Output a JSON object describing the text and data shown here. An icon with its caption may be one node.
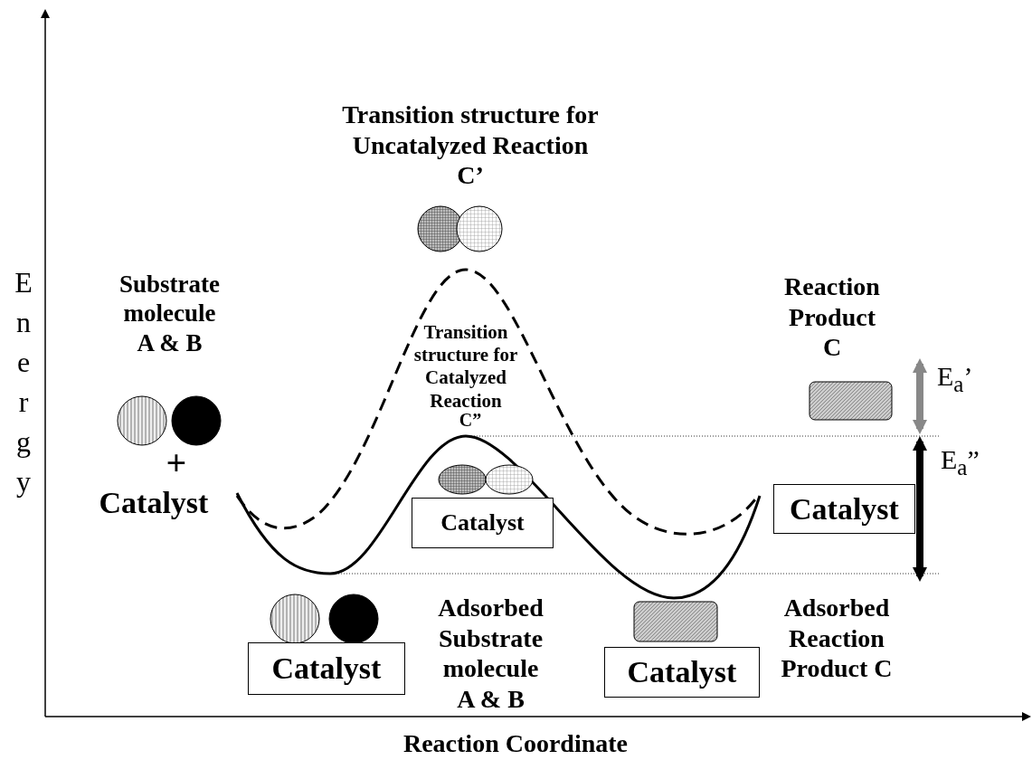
{
  "diagram": {
    "nodes": [
      {
        "text": [
          "Catalyst"
        ]
      },
      {
        "text": [
          "Catalyst"
        ]
      },
      {
        "text": [
          "Catalyst"
        ]
      },
      {
        "text": [
          "Catalyst"
        ]
      },
      {
        "text": [],
        "shape": "box"
      },
      {
        "text": [],
        "shape": "box"
      }
    ],
    "labels": [
      "Transition structure for Uncatalyzed Reaction",
      "C’",
      "Substrate molecule A & B",
      "Reaction Product C",
      "Transition structure for Catalyzed Reaction",
      "C”",
      "E$_{a}$’",
      "Energy",
      "+",
      "Catalyst",
      "E$_{a}$”",
      "Adsorbed Substrate molecule A & B",
      "Adsorbed Reaction Product C",
      "Reaction Coordinate"
    ]
  }
}
